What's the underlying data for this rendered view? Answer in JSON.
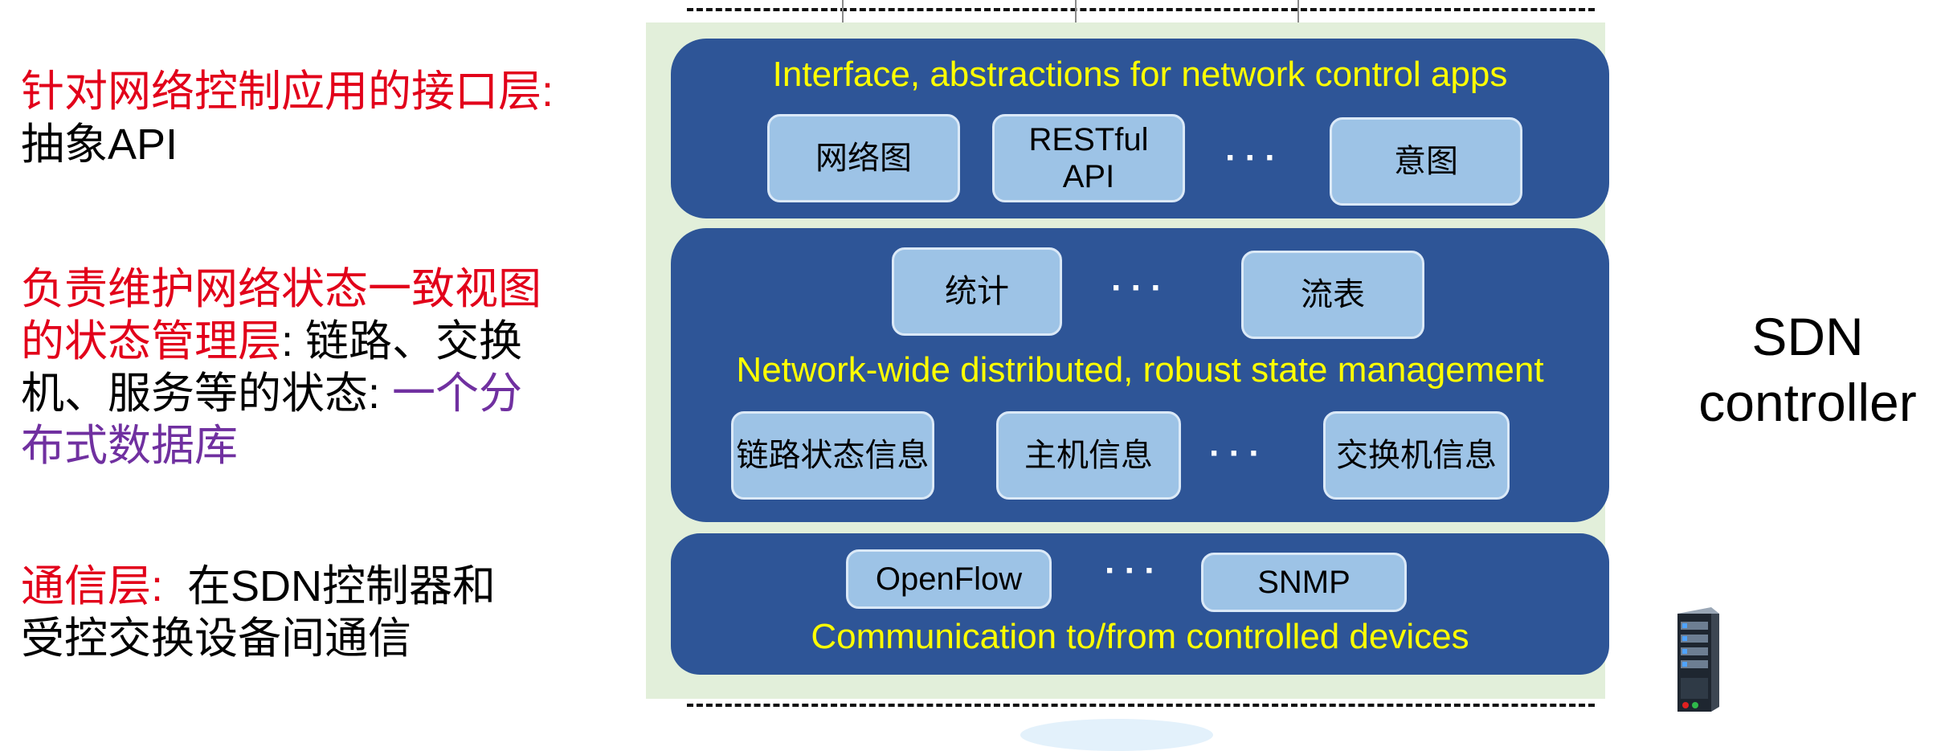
{
  "left_notes": {
    "app_layer_title": "针对网络控制应用的接口层:",
    "app_layer_desc": "抽象API",
    "state_line1": "负责维护网络状态一致视图",
    "state_line2_red": "的状态管理层",
    "state_line2_black": ": 链路、交换",
    "state_line3_black": "机、服务等的状态: ",
    "state_line3_purple": "一个分",
    "state_line4_purple": "布式数据库",
    "comm_title": "通信层:",
    "comm_line1_black": "  在SDN控制器和",
    "comm_line2": "受控交换设备间通信"
  },
  "top_layer": {
    "title": "Interface, abstractions for network control apps",
    "boxes": [
      "网络图",
      "RESTful\nAPI",
      "意图"
    ],
    "dots": "···"
  },
  "middle_layer": {
    "top_boxes": [
      "统计",
      "流表"
    ],
    "title": "Network-wide distributed, robust  state management",
    "bottom_boxes": [
      "链路状态信息",
      "主机信息",
      "交换机信息"
    ],
    "dots": "···"
  },
  "bottom_layer": {
    "boxes": [
      "OpenFlow",
      "SNMP"
    ],
    "title": "Communication to/from controlled devices",
    "dots": "···"
  },
  "controller_label": {
    "line1": "SDN",
    "line2": "controller"
  },
  "colors": {
    "layer_blue": "#2e5597",
    "box_blue": "#9dc3e6",
    "panel_green": "#e2efda",
    "yellow_text": "#ffff00",
    "red_text": "#e2001a",
    "purple_text": "#7030a0"
  },
  "icons": {
    "server": "server-icon"
  }
}
